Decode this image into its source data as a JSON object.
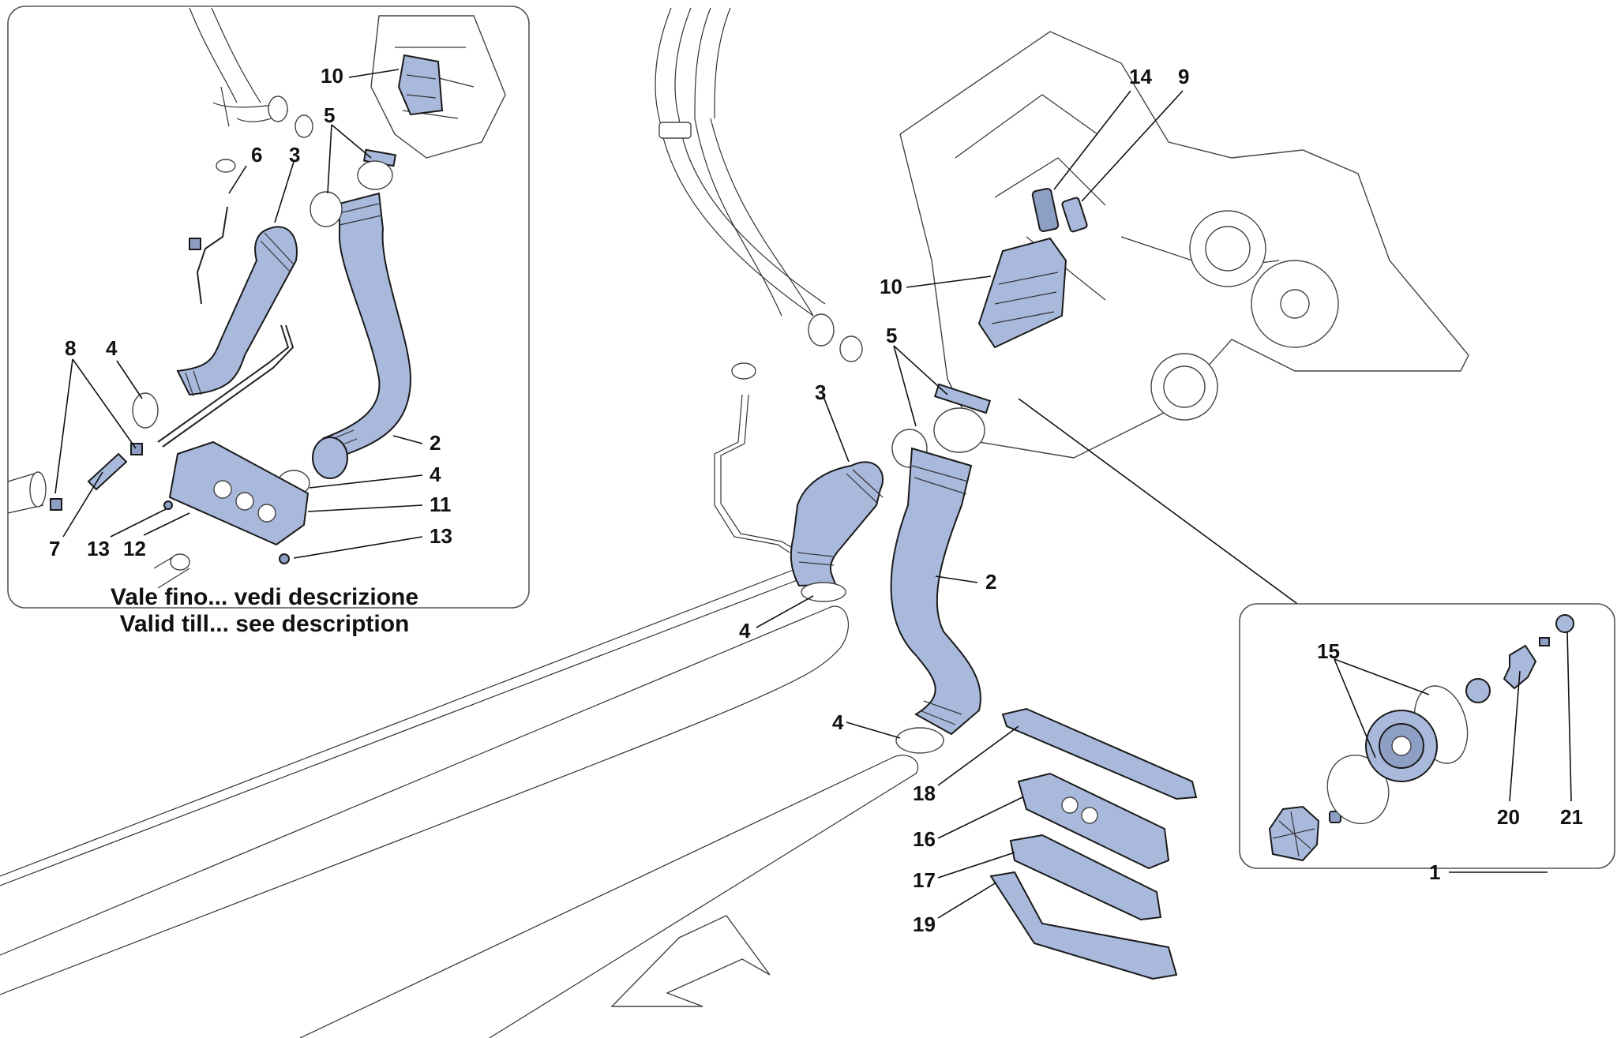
{
  "caption": {
    "line1": "Vale fino... vedi descrizione",
    "line2": "Valid till... see description"
  },
  "inset_callouts": {
    "c10": "10",
    "c5": "5",
    "c6": "6",
    "c3": "3",
    "c8": "8",
    "c4a": "4",
    "c2": "2",
    "c4b": "4",
    "c11": "11",
    "c7": "7",
    "c13a": "13",
    "c12": "12",
    "c13b": "13"
  },
  "main_callouts": {
    "c14": "14",
    "c9": "9",
    "c10": "10",
    "c5": "5",
    "c3": "3",
    "c2": "2",
    "c4a": "4",
    "c4b": "4",
    "c18": "18",
    "c16": "16",
    "c17": "17",
    "c19": "19"
  },
  "pump_callouts": {
    "c15": "15",
    "c20": "20",
    "c21": "21",
    "c1": "1"
  },
  "colors": {
    "part_fill": "#a9b9dc",
    "line": "#1a1a1a"
  }
}
